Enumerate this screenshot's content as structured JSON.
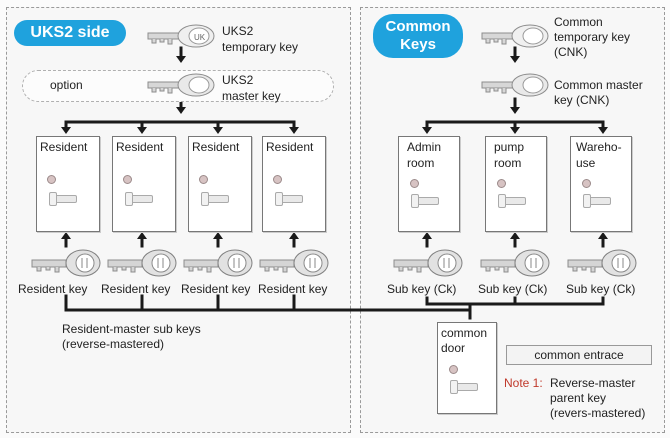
{
  "left": {
    "header": "UKS2 side",
    "option_label": "option",
    "temp_key_label": [
      "UKS2",
      "temporary key"
    ],
    "master_key_label": [
      "UKS2",
      "master key"
    ],
    "doors": [
      "Resident",
      "Resident",
      "Resident",
      "Resident"
    ],
    "keys": [
      "Resident key",
      "Resident key",
      "Resident key",
      "Resident key"
    ],
    "sub_keys_label": [
      "Resident-master sub keys",
      "(reverse-mastered)"
    ]
  },
  "right": {
    "header": [
      "Common",
      "Keys"
    ],
    "temp_key_label": [
      "Common",
      "temporary key",
      "(CNK)"
    ],
    "master_key_label": [
      "Common master",
      "key (CNK)"
    ],
    "doors": [
      [
        "Admin",
        "room"
      ],
      [
        "pump",
        "room"
      ],
      [
        "Wareho-",
        "use"
      ]
    ],
    "keys": [
      "Sub key (Ck)",
      "Sub key (Ck)",
      "Sub key (Ck)"
    ],
    "common_door": [
      "common",
      "door"
    ],
    "common_entrance": "common entrace",
    "note_label": "Note 1:",
    "note_text": [
      "Reverse-master",
      "parent key",
      "(revers-mastered)"
    ]
  },
  "colors": {
    "pill": "#1fa2dd",
    "note": "#c0392b",
    "line": "#1a1a1a"
  }
}
